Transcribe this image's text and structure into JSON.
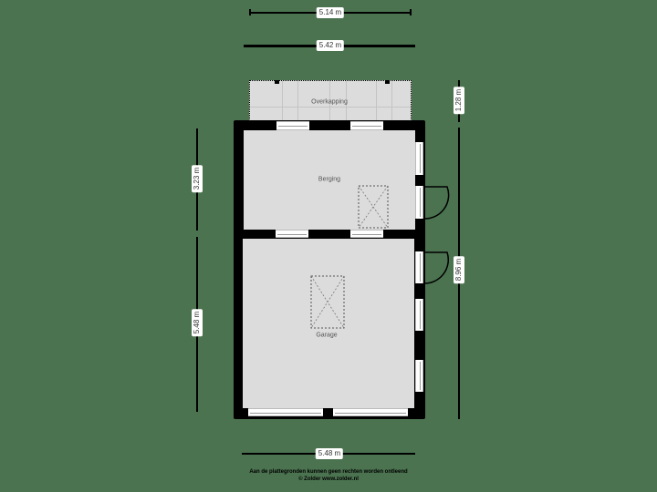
{
  "floorplan": {
    "background_color": "#4b7350",
    "rooms": [
      {
        "name": "Overkapping"
      },
      {
        "name": "Berging"
      },
      {
        "name": "Garage"
      }
    ],
    "dimensions": {
      "top_outer": "5.14 m",
      "top_inner": "5.42 m",
      "right_upper": "1.28 m",
      "right_lower": "8.96 m",
      "left_upper": "3.23 m",
      "left_lower": "5.48 m",
      "bottom": "5.48 m"
    },
    "footer": {
      "disclaimer": "Aan de plattegronden kunnen geen rechten worden ontleend",
      "copyright": "© Zolder www.zolder.nl"
    }
  }
}
